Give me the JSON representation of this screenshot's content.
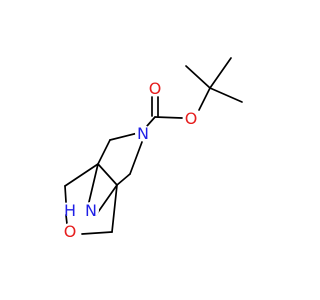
{
  "molecule": {
    "atoms": {
      "nitrogen_ring": "N",
      "nitrogen_bridge": "N",
      "bridge_h": "H",
      "oxygen_ring": "O",
      "oxygen_carbonyl": "O",
      "oxygen_ester": "O"
    }
  },
  "colors": {
    "nitrogen": "#1f1fe6",
    "oxygen": "#e61f1f",
    "bond": "#000000",
    "background": "#ffffff"
  }
}
